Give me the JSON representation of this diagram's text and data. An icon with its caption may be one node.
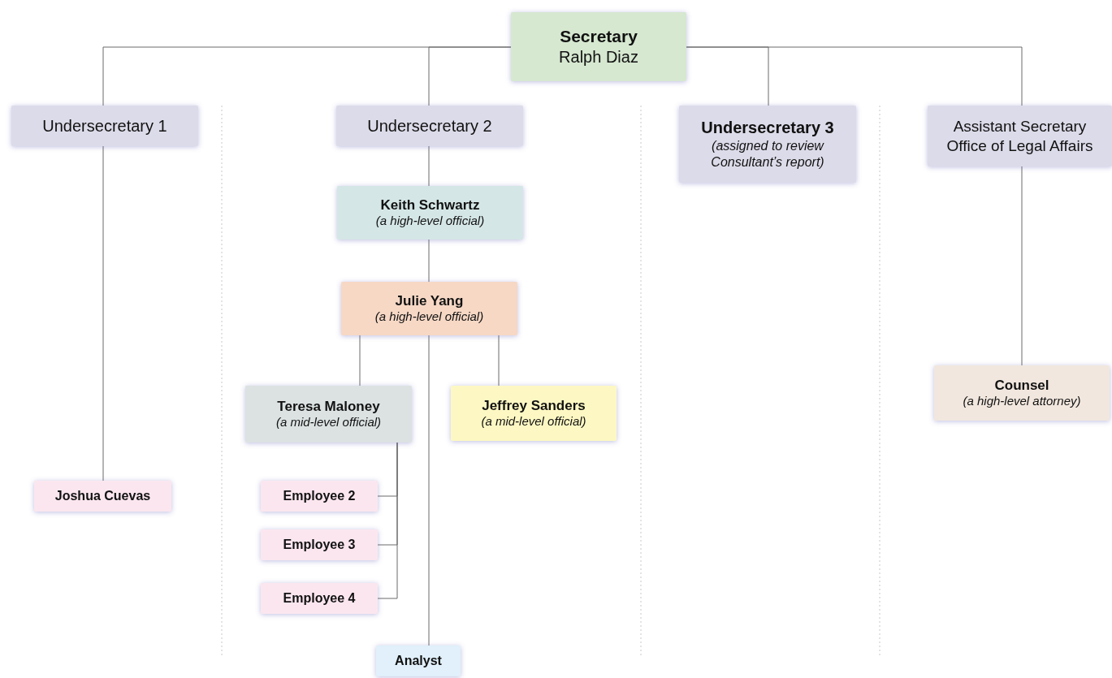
{
  "diagram": {
    "nodes": [
      {
        "text": [
          "Secretary",
          "Ralph Diaz"
        ]
      },
      {
        "text": [
          "Undersecretary 1"
        ]
      },
      {
        "text": [
          "Undersecretary 2"
        ]
      },
      {
        "text": [
          "Undersecretary 3",
          "(assigned to review Consultant’s report)"
        ]
      },
      {
        "text": [
          "Assistant Secretary",
          "Office of Legal Affairs"
        ]
      },
      {
        "text": [
          "Keith Schwartz",
          "(a high-level official)"
        ]
      },
      {
        "text": [
          "Julie Yang",
          "(a high-level official)"
        ]
      },
      {
        "text": [
          "Teresa Maloney",
          "(a mid-level official)"
        ]
      },
      {
        "text": [
          "Jeffrey Sanders",
          "(a mid-level official)"
        ]
      },
      {
        "text": [
          "Counsel",
          "(a high-level attorney)"
        ]
      },
      {
        "text": [
          "Joshua Cuevas"
        ]
      },
      {
        "text": [
          "Employee 2"
        ]
      },
      {
        "text": [
          "Employee 3"
        ]
      },
      {
        "text": [
          "Employee 4"
        ]
      },
      {
        "text": [
          "Analyst"
        ]
      }
    ],
    "edges": [
      {
        "from": 0,
        "to": 1,
        "arrow": "none"
      },
      {
        "from": 0,
        "to": 2,
        "arrow": "none"
      },
      {
        "from": 0,
        "to": 3,
        "arrow": "none"
      },
      {
        "from": 0,
        "to": 4,
        "arrow": "none"
      },
      {
        "from": 1,
        "to": 10,
        "arrow": "none"
      },
      {
        "from": 2,
        "to": 5,
        "arrow": "none"
      },
      {
        "from": 5,
        "to": 6,
        "arrow": "none"
      },
      {
        "from": 6,
        "to": 7,
        "arrow": "none"
      },
      {
        "from": 6,
        "to": 8,
        "arrow": "none"
      },
      {
        "from": 6,
        "to": 14,
        "arrow": "none"
      },
      {
        "from": 7,
        "to": 11,
        "arrow": "none"
      },
      {
        "from": 7,
        "to": 12,
        "arrow": "none"
      },
      {
        "from": 7,
        "to": 13,
        "arrow": "none"
      },
      {
        "from": 4,
        "to": 9,
        "arrow": "none"
      }
    ]
  }
}
